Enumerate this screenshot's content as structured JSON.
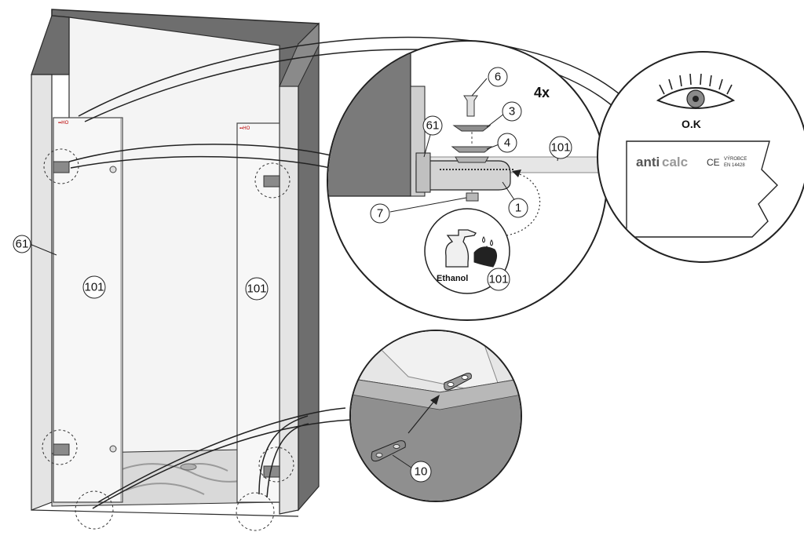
{
  "callouts": {
    "part_61_frame": "61",
    "part_101_left": "101",
    "part_101_right": "101",
    "detail_61": "61",
    "detail_101": "101",
    "detail_101_cloth": "101",
    "part_6": "6",
    "part_3": "3",
    "part_4": "4",
    "part_1": "1",
    "part_7": "7",
    "part_10": "10"
  },
  "quantity": "4x",
  "ethanol_label": "Ethanol",
  "ok_label": "O.K",
  "certificate": {
    "brand_part1": "anti",
    "brand_part2": "calc",
    "ce_mark": "CE",
    "line1": "VÝROBCE",
    "line2": "EN 14428"
  },
  "door_logo": "▪▪HO",
  "colors": {
    "wall": "#e9e9e9",
    "wall_dark": "#6e6e6e",
    "outline": "#2a2a2a",
    "brand_grey": "#555555",
    "brand_light": "#999999"
  }
}
